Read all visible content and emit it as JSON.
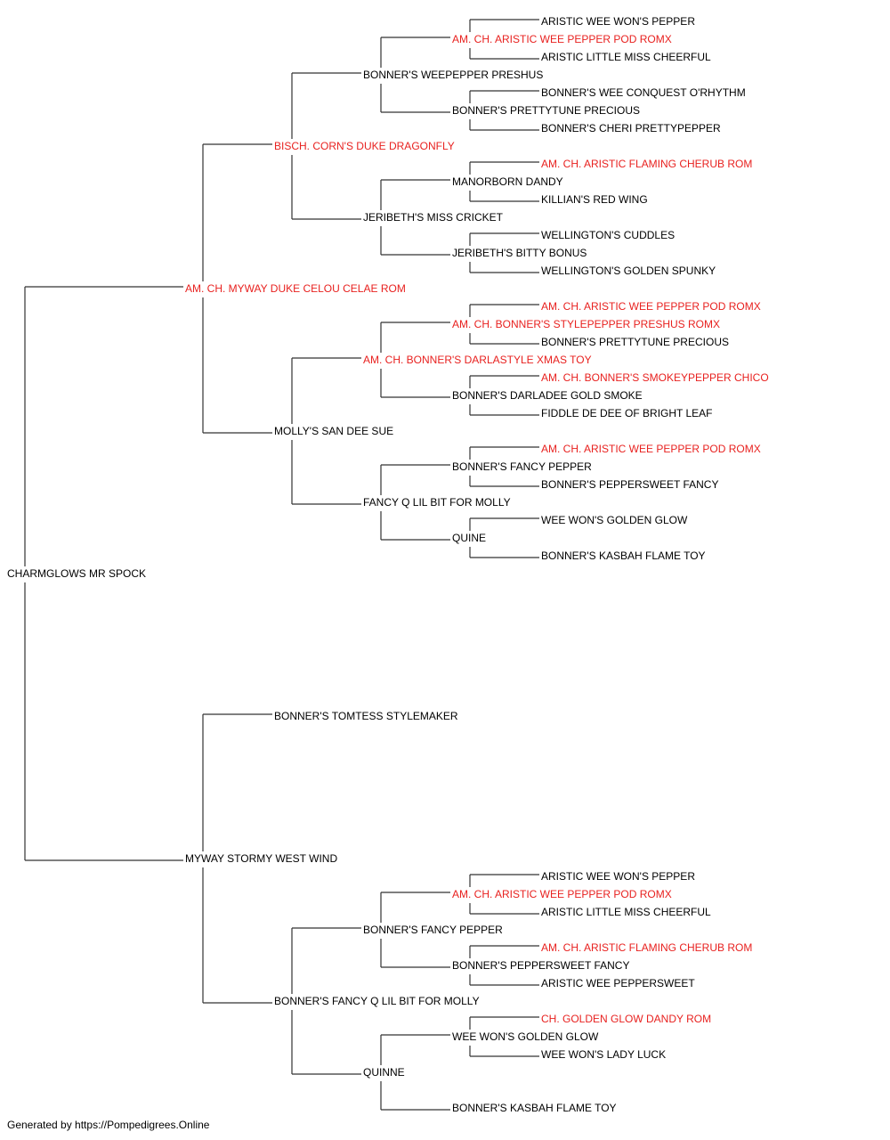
{
  "colors": {
    "normal": "#000000",
    "champion": "#e8211f",
    "line": "#333333"
  },
  "footer": "Generated by https://Pompedigrees.Online",
  "pedigree": {
    "gen0": {
      "name": "CHARMGLOWS MR SPOCK",
      "champion": false
    },
    "gen1": [
      {
        "name": "AM. CH. MYWAY DUKE CELOU CELAE ROM",
        "champion": true
      },
      {
        "name": "MYWAY STORMY WEST WIND",
        "champion": false
      }
    ],
    "gen2": [
      {
        "name": "BISCH. CORN'S DUKE DRAGONFLY",
        "champion": true
      },
      {
        "name": "MOLLY'S SAN DEE SUE",
        "champion": false
      },
      {
        "name": "BONNER'S TOMTESS STYLEMAKER",
        "champion": false
      },
      {
        "name": "BONNER'S FANCY Q LIL BIT FOR MOLLY",
        "champion": false
      }
    ],
    "gen3": [
      {
        "name": "BONNER'S WEEPEPPER PRESHUS",
        "champion": false
      },
      {
        "name": "JERIBETH'S MISS CRICKET",
        "champion": false
      },
      {
        "name": "AM. CH. BONNER'S DARLASTYLE XMAS TOY",
        "champion": true
      },
      {
        "name": "FANCY Q LIL BIT FOR MOLLY",
        "champion": false
      },
      null,
      null,
      {
        "name": "BONNER'S FANCY PEPPER",
        "champion": false
      },
      {
        "name": "QUINNE",
        "champion": false
      }
    ],
    "gen4": [
      {
        "name": "AM. CH. ARISTIC WEE PEPPER POD ROMX",
        "champion": true
      },
      {
        "name": "BONNER'S PRETTYTUNE PRECIOUS",
        "champion": false
      },
      {
        "name": "MANORBORN DANDY",
        "champion": false
      },
      {
        "name": "JERIBETH'S BITTY BONUS",
        "champion": false
      },
      {
        "name": "AM. CH. BONNER'S STYLEPEPPER PRESHUS ROMX",
        "champion": true
      },
      {
        "name": "BONNER'S DARLADEE GOLD SMOKE",
        "champion": false
      },
      {
        "name": "BONNER'S FANCY PEPPER",
        "champion": false
      },
      {
        "name": "QUINE",
        "champion": false
      },
      null,
      null,
      null,
      null,
      {
        "name": "AM. CH. ARISTIC WEE PEPPER POD ROMX",
        "champion": true
      },
      {
        "name": "BONNER'S PEPPERSWEET FANCY",
        "champion": false
      },
      {
        "name": "WEE WON'S GOLDEN GLOW",
        "champion": false
      },
      {
        "name": "BONNER'S KASBAH FLAME TOY",
        "champion": false
      }
    ],
    "gen5": [
      {
        "name": "ARISTIC WEE WON'S PEPPER",
        "champion": false
      },
      {
        "name": "ARISTIC LITTLE MISS CHEERFUL",
        "champion": false
      },
      {
        "name": "BONNER'S WEE CONQUEST O'RHYTHM",
        "champion": false
      },
      {
        "name": "BONNER'S CHERI PRETTYPEPPER",
        "champion": false
      },
      {
        "name": "AM. CH. ARISTIC FLAMING CHERUB ROM",
        "champion": true
      },
      {
        "name": "KILLIAN'S RED WING",
        "champion": false
      },
      {
        "name": "WELLINGTON'S CUDDLES",
        "champion": false
      },
      {
        "name": "WELLINGTON'S GOLDEN SPUNKY",
        "champion": false
      },
      {
        "name": "AM. CH. ARISTIC WEE PEPPER POD ROMX",
        "champion": true
      },
      {
        "name": "BONNER'S PRETTYTUNE PRECIOUS",
        "champion": false
      },
      {
        "name": "AM. CH. BONNER'S SMOKEYPEPPER CHICO",
        "champion": true
      },
      {
        "name": "FIDDLE DE DEE OF BRIGHT LEAF",
        "champion": false
      },
      {
        "name": "AM. CH. ARISTIC WEE PEPPER POD ROMX",
        "champion": true
      },
      {
        "name": "BONNER'S PEPPERSWEET FANCY",
        "champion": false
      },
      {
        "name": "WEE WON'S GOLDEN GLOW",
        "champion": false
      },
      {
        "name": "BONNER'S KASBAH FLAME TOY",
        "champion": false
      },
      null,
      null,
      null,
      null,
      null,
      null,
      null,
      null,
      {
        "name": "ARISTIC WEE WON'S PEPPER",
        "champion": false
      },
      {
        "name": "ARISTIC LITTLE MISS CHEERFUL",
        "champion": false
      },
      {
        "name": "AM. CH. ARISTIC FLAMING CHERUB ROM",
        "champion": true
      },
      {
        "name": "ARISTIC WEE PEPPERSWEET",
        "champion": false
      },
      {
        "name": "CH. GOLDEN GLOW DANDY ROM",
        "champion": true
      },
      {
        "name": "WEE WON'S LADY LUCK",
        "champion": false
      },
      null,
      null
    ]
  }
}
